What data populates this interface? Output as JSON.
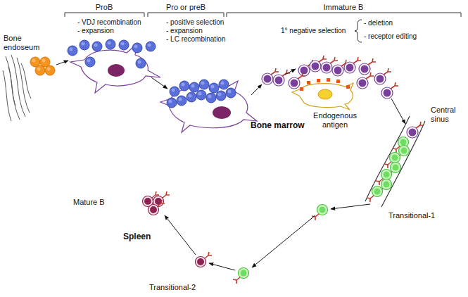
{
  "diagram": {
    "nodes": [
      {
        "text": [
          "Bone marrow"
        ]
      },
      {
        "text": [
          "Spleen"
        ]
      }
    ],
    "labels": [
      "ProB",
      "- VDJ recombination",
      "- expansion",
      "Pro or preB",
      "- positive selection",
      "- expansion",
      "- LC recombination",
      "Immature B",
      "1° negative selection",
      "- deletion",
      "- receptor editing",
      "Bone endoseum",
      "Endogenous antigen",
      "Central sinus",
      "Transitional-1",
      "Mature B",
      "Transitional-2"
    ]
  }
}
